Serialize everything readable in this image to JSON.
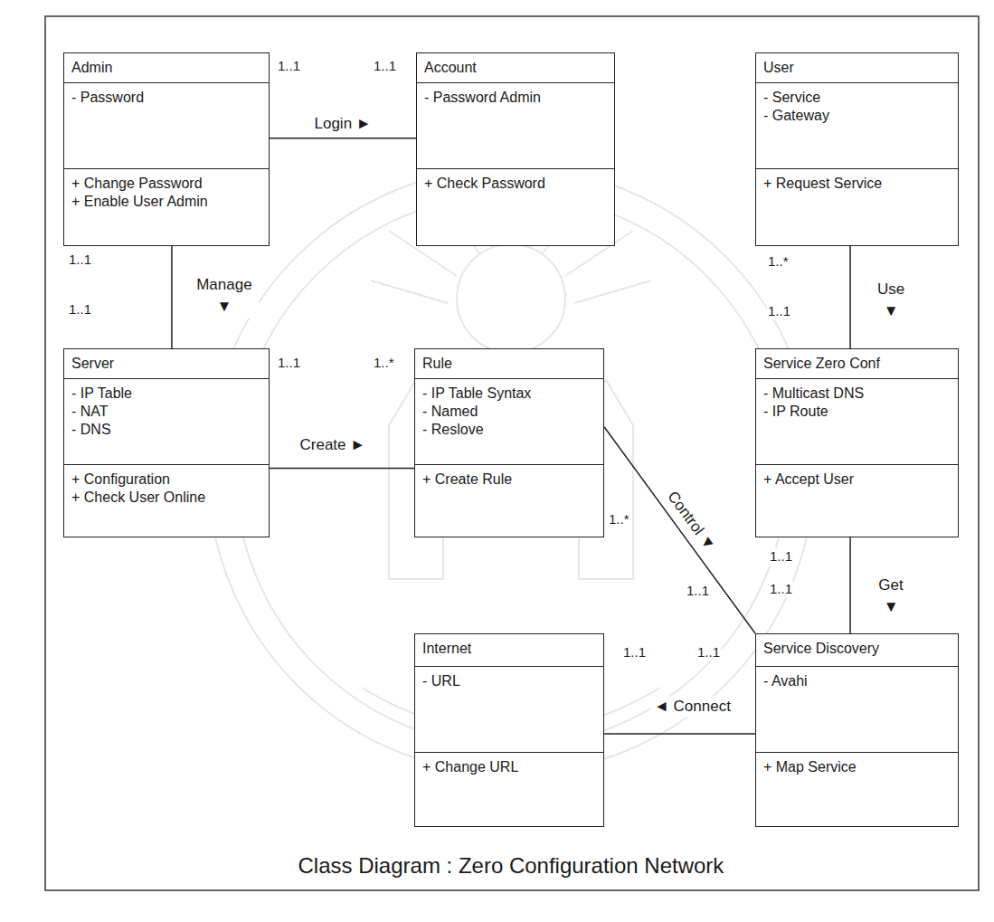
{
  "diagram": {
    "caption": "Class Diagram : Zero Configuration Network",
    "nodes": [
      {
        "text": [
          "Admin",
          "- Password",
          "+ Change Password",
          "+ Enable User Admin"
        ]
      },
      {
        "text": [
          "Account",
          "- Password Admin",
          "+ Check Password"
        ]
      },
      {
        "text": [
          "User",
          "- Service",
          "- Gateway",
          "+ Request Service"
        ]
      },
      {
        "text": [
          "Server",
          "- IP Table",
          "- NAT",
          "- DNS",
          "+ Configuration",
          "+ Check User Online"
        ]
      },
      {
        "text": [
          "Rule",
          "- IP Table Syntax",
          "- Named",
          "- Reslove",
          "+ Create Rule"
        ]
      },
      {
        "text": [
          "Service Zero Conf",
          "- Multicast DNS",
          "- IP Route",
          "+ Accept User"
        ]
      },
      {
        "text": [
          "Internet",
          "- URL",
          "+ Change URL"
        ]
      },
      {
        "text": [
          "Service Discovery",
          "- Avahi",
          "+ Map Service"
        ]
      }
    ],
    "edges": [
      {
        "from": 0,
        "to": 1,
        "label": "Login ►",
        "arrow": "none"
      },
      {
        "from": 0,
        "to": 3,
        "label": "Manage ▼",
        "arrow": "none"
      },
      {
        "from": 3,
        "to": 4,
        "label": "Create ►",
        "arrow": "none"
      },
      {
        "from": 2,
        "to": 5,
        "label": "Use ▼",
        "arrow": "none"
      },
      {
        "from": 4,
        "to": 7,
        "label": "Control ▼",
        "arrow": "none"
      },
      {
        "from": 5,
        "to": 7,
        "label": "Get ▼",
        "arrow": "none"
      },
      {
        "from": 7,
        "to": 6,
        "label": "◄ Connect",
        "arrow": "none"
      }
    ],
    "labels": [
      "1..1",
      "1..1",
      "1..1",
      "1..1",
      "1..1",
      "1..*",
      "1..*",
      "1..1",
      "1..*",
      "1..1",
      "1..1",
      "1..1",
      "1..1",
      "1..1"
    ]
  }
}
